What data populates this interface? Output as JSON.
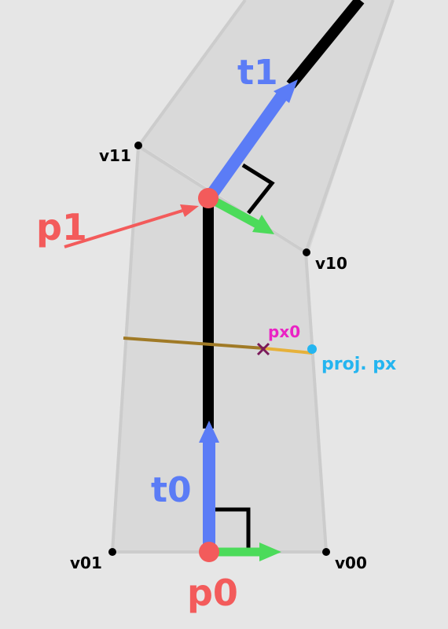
{
  "labels": {
    "t1": "t1",
    "t0": "t0",
    "p1": "p1",
    "p0": "p0",
    "v11": "v11",
    "v10": "v10",
    "v01": "v01",
    "v00": "v00",
    "px0": "px0",
    "proj_px": "proj. px"
  },
  "colors": {
    "background": "#e6e6e6",
    "quad_fill": "#d9d9d9",
    "quad_edge": "#cccccc",
    "spine": "#000000",
    "tangent": "#5b7cf6",
    "normal": "#4cdb5a",
    "point": "#f35b5b",
    "vertex": "#000000",
    "line_olive": "#a07a26",
    "line_gold": "#e6b13a",
    "px0_marker": "#7a1a5a",
    "px0_label": "#ea22c4",
    "proj": "#24b5f0"
  },
  "icons": {
    "px0_marker": "x-mark",
    "right_angle": "right-angle-marker",
    "arrow": "arrowhead"
  }
}
